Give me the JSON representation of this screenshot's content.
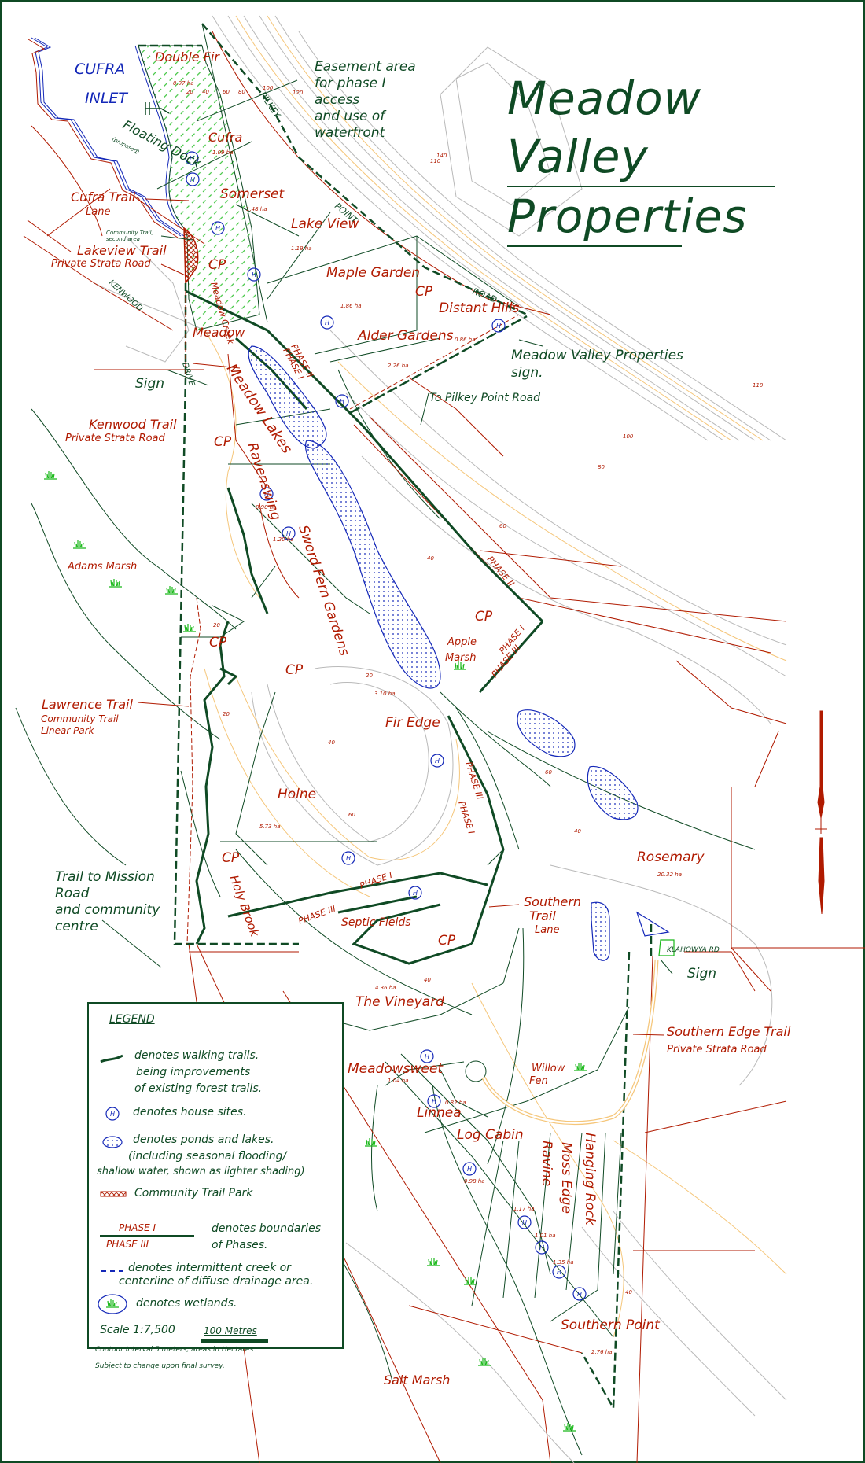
{
  "title": {
    "line1": "Meadow Valley",
    "line2": "Properties"
  },
  "water": {
    "inlet_line1": "CUFRA",
    "inlet_line2": "INLET"
  },
  "roads": {
    "pilkey": "PILKEY",
    "point": "POINT",
    "road": "ROAD",
    "kenwood": "KENWOOD",
    "drive": "DRIVE",
    "klahowya": "KLAHOWYA RD"
  },
  "properties": [
    {
      "name": "Double Fir",
      "area": "0.97 ha"
    },
    {
      "name": "Cufra",
      "area": "1.09 ha"
    },
    {
      "name": "Somerset",
      "area": "1.48 ha"
    },
    {
      "name": "Lake View",
      "area": "1.19 ha"
    },
    {
      "name": "Maple Garden",
      "area": "1.86 ha"
    },
    {
      "name": "Distant Hills",
      "area": "0.86 ha"
    },
    {
      "name": "Alder Gardens",
      "area": "2.26 ha"
    },
    {
      "name": "Ravenswing",
      "area": "0.90 ha"
    },
    {
      "name": "Sword Fern Gardens",
      "area": "1.20 ha"
    },
    {
      "name": "Fir Edge",
      "area": "3.10 ha"
    },
    {
      "name": "Holne",
      "area": "5.73 ha"
    },
    {
      "name": "Rosemary",
      "area": "20.32 ha"
    },
    {
      "name": "The Vineyard",
      "area": "4.36 ha"
    },
    {
      "name": "Meadowsweet",
      "area": "1.04 ha"
    },
    {
      "name": "Linnea",
      "area": "0.82 ha"
    },
    {
      "name": "Log Cabin",
      "area": "0.98 ha"
    },
    {
      "name": "Ravine",
      "area": "1.17 ha"
    },
    {
      "name": "Moss Edge",
      "area": "1.01 ha"
    },
    {
      "name": "Hanging Rock",
      "area": "1.35 ha"
    },
    {
      "name": "Southern Point",
      "area": "2.76 ha"
    }
  ],
  "features": {
    "meadow": "Meadow",
    "meadow_creek": "Meadow Creek",
    "meadow_lakes": "Meadow Lakes",
    "cp": "CP",
    "apple_marsh": "Apple Marsh",
    "septic_fields": "Septic Fields",
    "willow_fen": "Willow Fen",
    "adams_marsh": "Adams Marsh",
    "salt_marsh": "Salt Marsh",
    "holy_brook": "Holy Brook",
    "floating_dock": "Floating Dock",
    "proposed": "(proposed)"
  },
  "trails": {
    "cufra_trail": "Cufra Trail",
    "cufra_sub": "Lane",
    "lakeview_trail": "Lakeview Trail",
    "lakeview_sub": "Private Strata Road",
    "kenwood_trail": "Kenwood Trail",
    "kenwood_sub": "Private Strata Road",
    "lawrence_trail": "Lawrence Trail",
    "lawrence_sub1": "Community Trail",
    "lawrence_sub2": "Linear Park",
    "southern_trail": "Southern",
    "southern_trail2": "Trail",
    "southern_sub": "Lane",
    "southern_edge": "Southern Edge Trail",
    "southern_edge_sub": "Private Strata Road",
    "community_trail_note1": "Community Trail,",
    "community_trail_note2": "second area"
  },
  "annotations": {
    "easement": [
      "Easement area",
      "for phase I",
      "access",
      "and use of",
      "waterfront"
    ],
    "sign": "Sign",
    "mvp_sign1": "Meadow Valley Properties",
    "mvp_sign2": "sign.",
    "to_pilkey": "To Pilkey Point Road",
    "mission": [
      "Trail to Mission",
      "Road",
      "and community",
      "centre"
    ]
  },
  "phases": {
    "p1": "PHASE I",
    "p2": "PHASE II",
    "p3": "PHASE III"
  },
  "contours": [
    "20",
    "40",
    "60",
    "80",
    "100",
    "110",
    "120",
    "140"
  ],
  "legend": {
    "title": "LEGEND",
    "walking_trails": [
      "denotes walking trails.",
      "being improvements",
      "of existing forest trails."
    ],
    "house_sites": "denotes house sites.",
    "ponds": [
      "denotes ponds and lakes.",
      "(including seasonal flooding/",
      "shallow water, shown as lighter shading)"
    ],
    "community_trail_park": "Community Trail Park",
    "phase_top": "PHASE I",
    "phase_bottom": "PHASE III",
    "phase_desc": [
      "denotes boundaries",
      "of Phases."
    ],
    "creek": [
      "denotes intermittent creek or",
      "centerline of diffuse drainage area."
    ],
    "wetlands": "denotes wetlands.",
    "scale": "Scale 1:7,500",
    "scale_bar": "100 Metres",
    "contour_note": "Contour interval 5 meters, areas in Hectares",
    "survey_note": "Subject to change upon final survey."
  },
  "colors": {
    "border_green": "#0f4a24",
    "label_red": "#b01a00",
    "water_blue": "#1428b8",
    "contour_grey": "#b4b4b4",
    "contour_orange": "#f5c67a",
    "hatch_green": "#3cc43c"
  }
}
